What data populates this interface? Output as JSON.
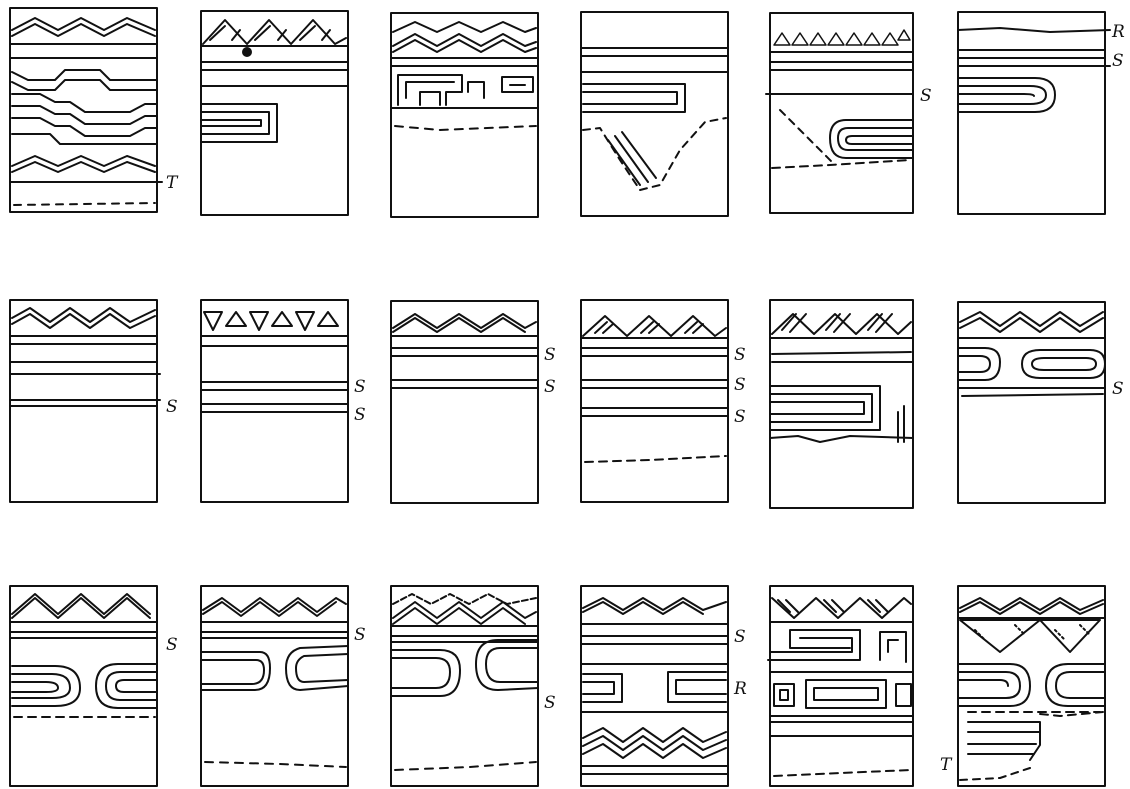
{
  "panels": [
    {
      "id": "r1c1",
      "labels": [
        "T"
      ]
    },
    {
      "id": "r1c2",
      "labels": []
    },
    {
      "id": "r1c3",
      "labels": []
    },
    {
      "id": "r1c4",
      "labels": []
    },
    {
      "id": "r1c5",
      "labels": [
        "S"
      ]
    },
    {
      "id": "r1c6",
      "labels": [
        "R",
        "S"
      ]
    },
    {
      "id": "r2c1",
      "labels": [
        "S"
      ]
    },
    {
      "id": "r2c2",
      "labels": [
        "S",
        "S"
      ]
    },
    {
      "id": "r2c3",
      "labels": [
        "S",
        "S"
      ]
    },
    {
      "id": "r2c4",
      "labels": [
        "S",
        "S",
        "S"
      ]
    },
    {
      "id": "r2c5",
      "labels": []
    },
    {
      "id": "r2c6",
      "labels": [
        "S"
      ]
    },
    {
      "id": "r3c1",
      "labels": [
        "S"
      ]
    },
    {
      "id": "r3c2",
      "labels": [
        "S"
      ]
    },
    {
      "id": "r3c3",
      "labels": [
        "S"
      ]
    },
    {
      "id": "r3c4",
      "labels": [
        "S",
        "R"
      ]
    },
    {
      "id": "r3c5",
      "labels": []
    },
    {
      "id": "r3c6",
      "labels": [
        "T"
      ]
    }
  ]
}
